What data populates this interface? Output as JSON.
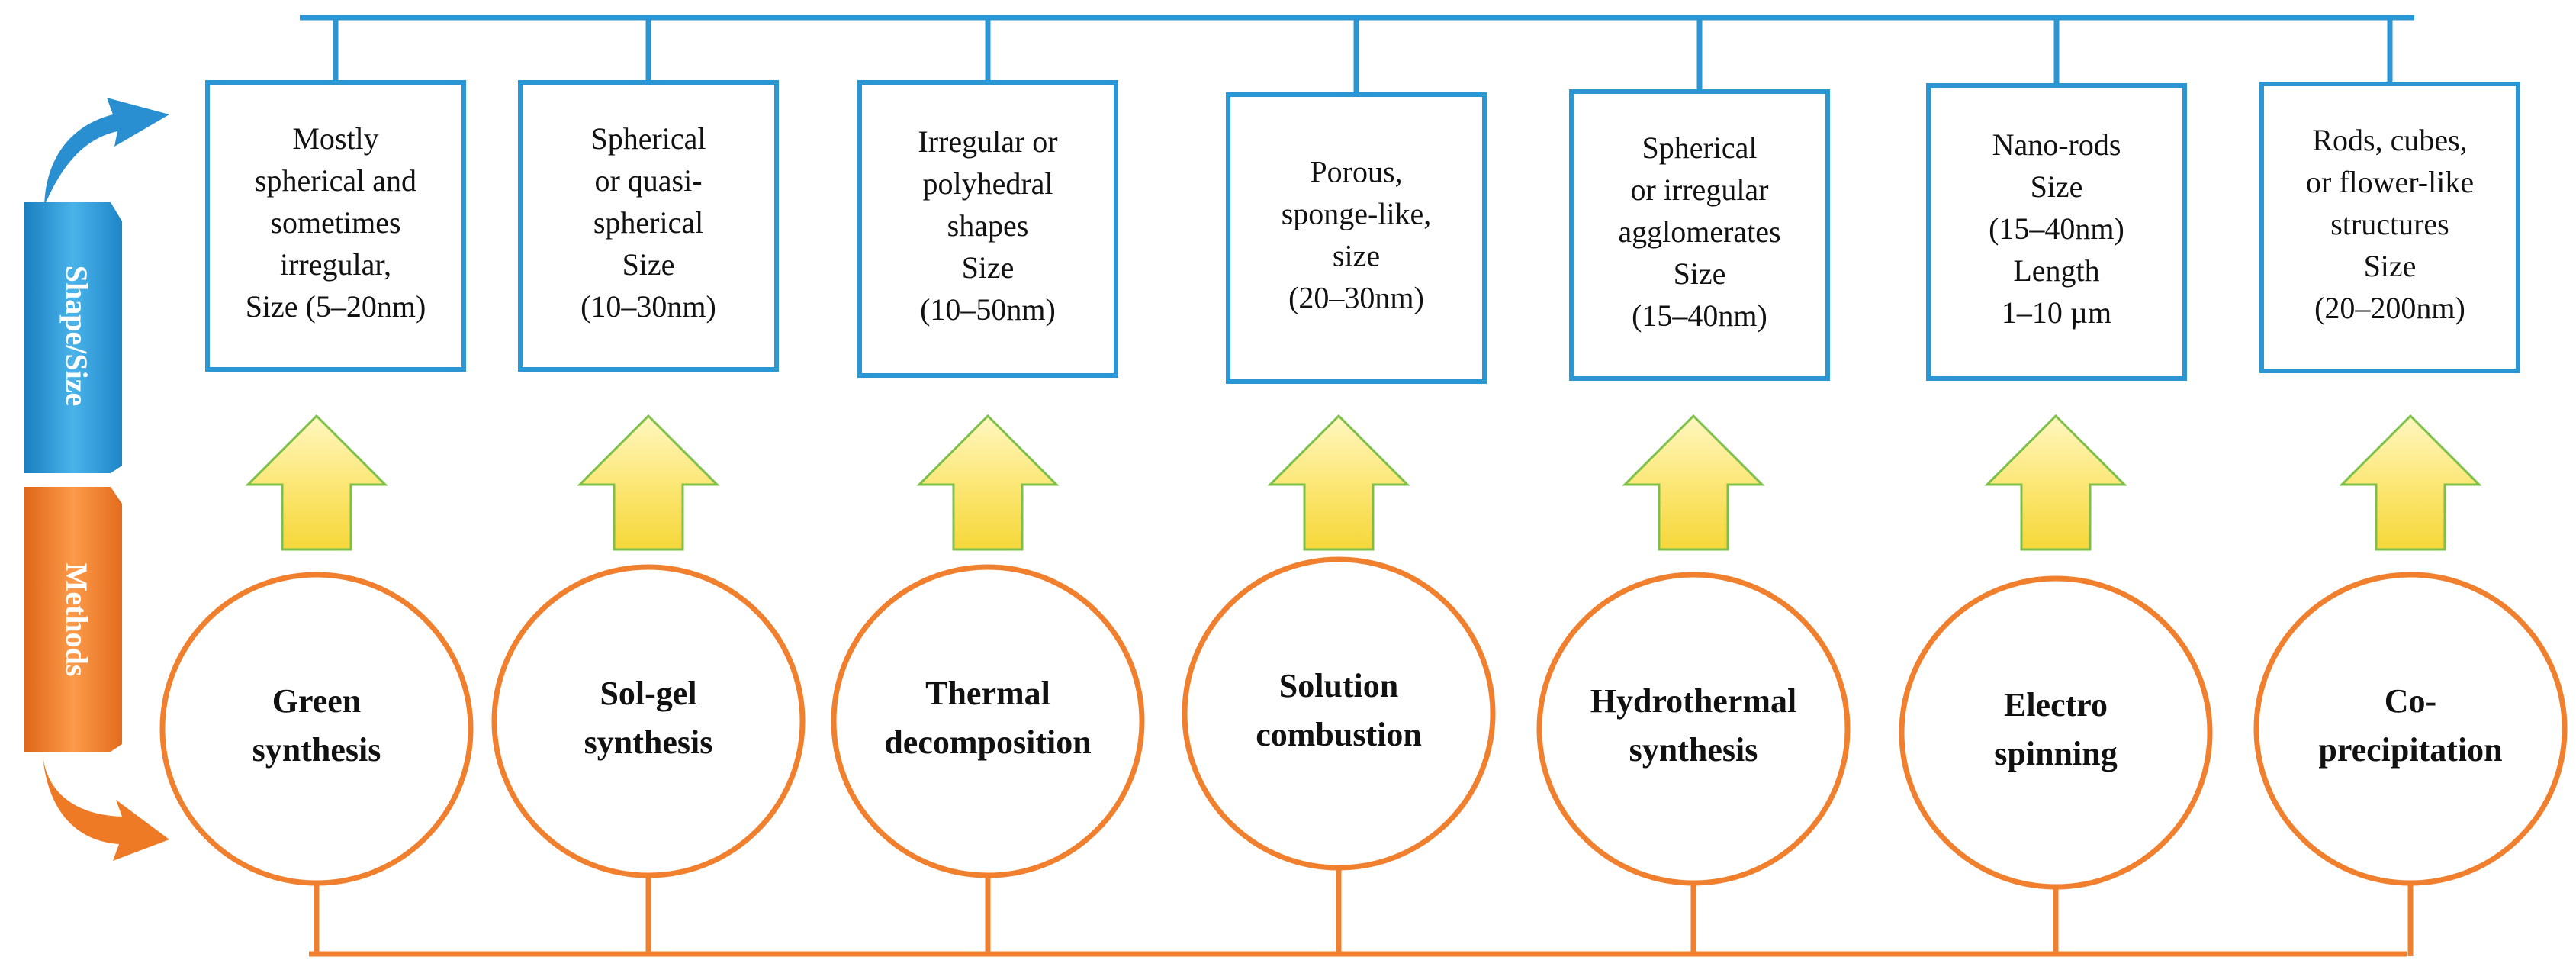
{
  "side_labels": {
    "shape_size": "Shape/Size",
    "methods": "Methods"
  },
  "colors": {
    "blue_line": "#2a96d4",
    "orange_line": "#f07f2e",
    "arrow_fill": "#fbe46a",
    "arrow_stroke": "#7cc04a",
    "label_blue": "#2b8fcf",
    "label_orange": "#ee7a24"
  },
  "items": [
    {
      "method": [
        "Green",
        "synthesis"
      ],
      "shape": [
        "Mostly",
        "spherical and",
        "sometimes",
        "irregular,",
        "Size (5–20nm)"
      ]
    },
    {
      "method": [
        "Sol-gel",
        "synthesis"
      ],
      "shape": [
        "Spherical",
        "or quasi-",
        "spherical",
        "Size",
        "(10–30nm)"
      ]
    },
    {
      "method": [
        "Thermal",
        "decomposition"
      ],
      "shape": [
        "Irregular  or",
        "polyhedral",
        "shapes",
        "Size",
        "(10–50nm)"
      ]
    },
    {
      "method": [
        "Solution",
        "combustion"
      ],
      "shape": [
        "Porous,",
        "sponge-like,",
        "size",
        "(20–30nm)"
      ]
    },
    {
      "method": [
        "Hydrothermal",
        "synthesis"
      ],
      "shape": [
        "Spherical",
        "or irregular",
        "agglomerates",
        "Size",
        "(15–40nm)"
      ]
    },
    {
      "method": [
        "Electro",
        "spinning"
      ],
      "shape": [
        "Nano-rods",
        "Size",
        "(15–40nm)",
        "Length",
        "1–10 µm"
      ]
    },
    {
      "method": [
        "Co-",
        "precipitation"
      ],
      "shape": [
        "Rods, cubes,",
        "or flower-like",
        "structures",
        "Size",
        "(20–200nm)"
      ]
    }
  ]
}
